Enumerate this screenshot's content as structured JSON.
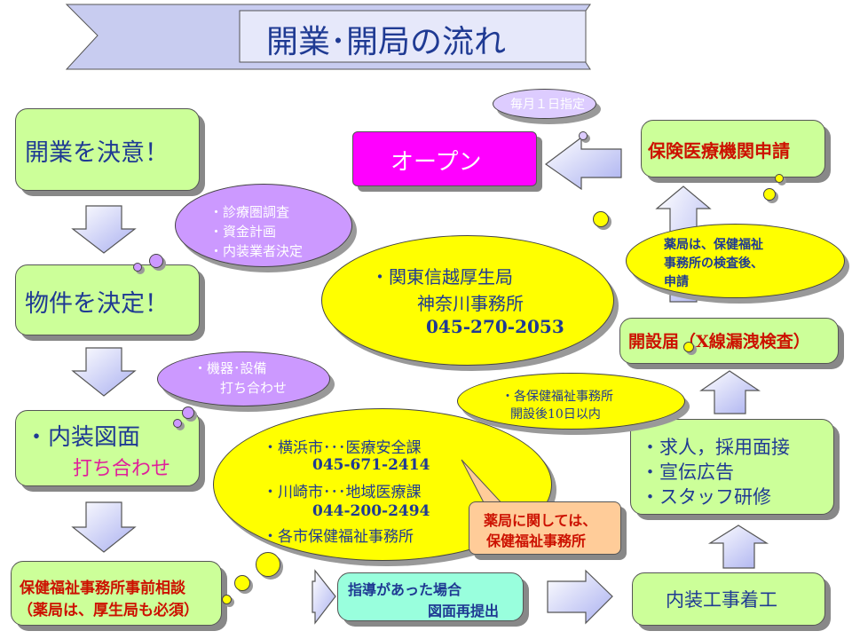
{
  "title": "開業･開局の流れ",
  "steps": {
    "decide": "開業を決意！",
    "property": "物件を決定！",
    "interior1": "・内装図面",
    "interior2": "打ち合わせ",
    "consult1": "保健福祉事務所事前相談",
    "consult2": "（薬局は、厚生局も必須）",
    "resubmit1": "指導があった場合",
    "resubmit2": "図面再提出",
    "construction": "内装工事着工",
    "staff": [
      "・求人，採用面接",
      "・宣伝広告",
      "・スタッフ研修"
    ],
    "notice": "開設届（X線漏洩検査）",
    "insurance": "保険医療機関申請",
    "open": "オープン"
  },
  "clouds": {
    "monthly": "毎月１日指定",
    "plan": [
      "・診療圏調査",
      "・資金計画",
      "・内装業者決定"
    ],
    "kanto": [
      "・関東信越厚生局",
      "神奈川事務所",
      "045-270-2053"
    ],
    "pharmacy": [
      "薬局は、保健福祉",
      "事務所の検査後、",
      "申請"
    ],
    "equipment": [
      "・機器･設備",
      "打ち合わせ"
    ],
    "offices": [
      "・横浜市･･･医療安全課",
      "045-671-2414",
      "・川崎市･･･地域医療課",
      "044-200-2494",
      "・各市保健福祉事務所"
    ],
    "within10": [
      "・各保健福祉事務所",
      "開設後10日以内"
    ],
    "callout": [
      "薬局に関しては、",
      "保健福祉事務所"
    ]
  },
  "colors": {
    "green": "#ccff99",
    "cyan": "#99ffdd",
    "open": "#ff00ff",
    "purple": "#cc99ff",
    "yellow": "#ffff00",
    "peach": "#ffcc99"
  }
}
